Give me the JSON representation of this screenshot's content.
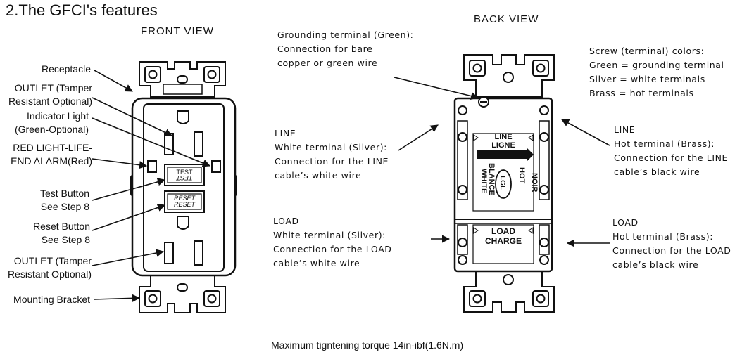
{
  "title": "2.The GFCI's features",
  "front": {
    "heading": "FRONT VIEW",
    "labels": {
      "receptacle": "Receptacle",
      "outlet_top": [
        "OUTLET (Tamper",
        "Resistant Optional)"
      ],
      "indicator": [
        "Indicator Light",
        "(Green-Optional)"
      ],
      "red_light": [
        "RED LIGHT-LIFE-",
        "END ALARM(Red)"
      ],
      "test": [
        "Test Button",
        "See Step 8"
      ],
      "reset": [
        "Reset Button",
        "See Step 8"
      ],
      "outlet_bottom": [
        "OUTLET (Tamper",
        "Resistant Optional)"
      ],
      "bracket": "Mounting Bracket"
    },
    "button_test": "TEST",
    "button_test_mirror": "TEST",
    "button_reset": "RESET",
    "button_reset_mirror": "RESET"
  },
  "back": {
    "heading": "BACK VIEW",
    "ground_note": [
      "Grounding terminal (Green):",
      "Connection for bare",
      "copper or green wire"
    ],
    "color_legend": [
      "Screw (terminal) colors:",
      "Green = grounding terminal",
      "Silver = white terminals",
      "Brass = hot terminals"
    ],
    "line_left": [
      "LINE",
      "White terminal (Silver):",
      "Connection for the LINE",
      "cable’s white wire"
    ],
    "load_left": [
      "LOAD",
      "White terminal (Silver):",
      "Connection for the LOAD",
      "cable’s white wire"
    ],
    "line_right": [
      "LINE",
      "Hot terminal (Brass):",
      "Connection for the LINE",
      "cable’s black  wire"
    ],
    "load_right": [
      "LOAD",
      "Hot terminal (Brass):",
      "Connection for the LOAD",
      "cable’s black  wire"
    ],
    "body_text": {
      "line": "LINE",
      "ligne": "LIGNE",
      "white": "WHITE",
      "blance": "BLANCE",
      "lgl": "LGL",
      "hot": "HOT",
      "noir": "NOIR",
      "load": "LOAD",
      "charge": "CHARGE"
    }
  },
  "footer": "Maximum tigntening torque 14in-ibf(1.6N.m)"
}
